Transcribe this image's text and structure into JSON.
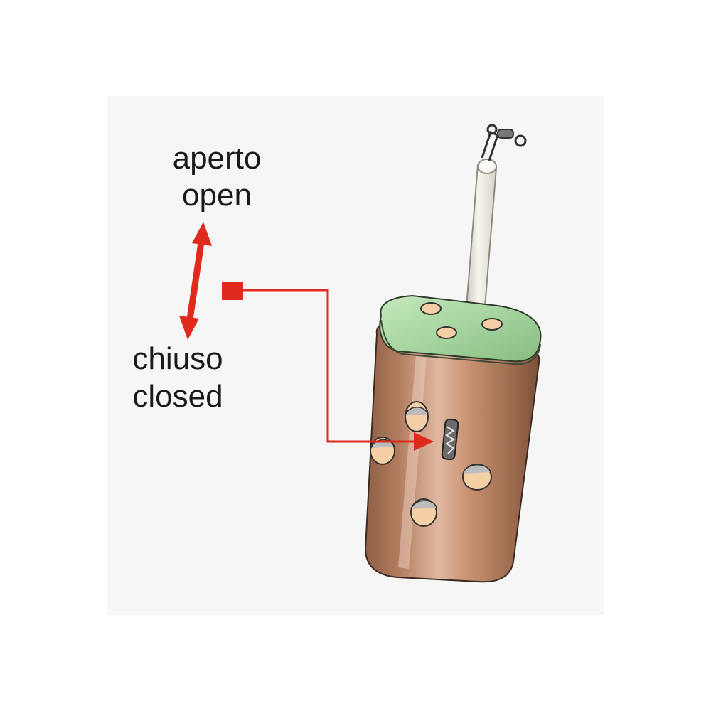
{
  "labels": {
    "open_it": "aperto",
    "open_en": "open",
    "closed_it": "chiuso",
    "closed_en": "closed"
  },
  "colors": {
    "arrow": "#e02a1e",
    "body": "#b88566",
    "lid": "#a8d6a2",
    "hole": "#f5cfa6",
    "tube": "#ece8de"
  },
  "icons": {
    "swivel": "swivel-icon",
    "slider": "slider-lock-icon"
  }
}
